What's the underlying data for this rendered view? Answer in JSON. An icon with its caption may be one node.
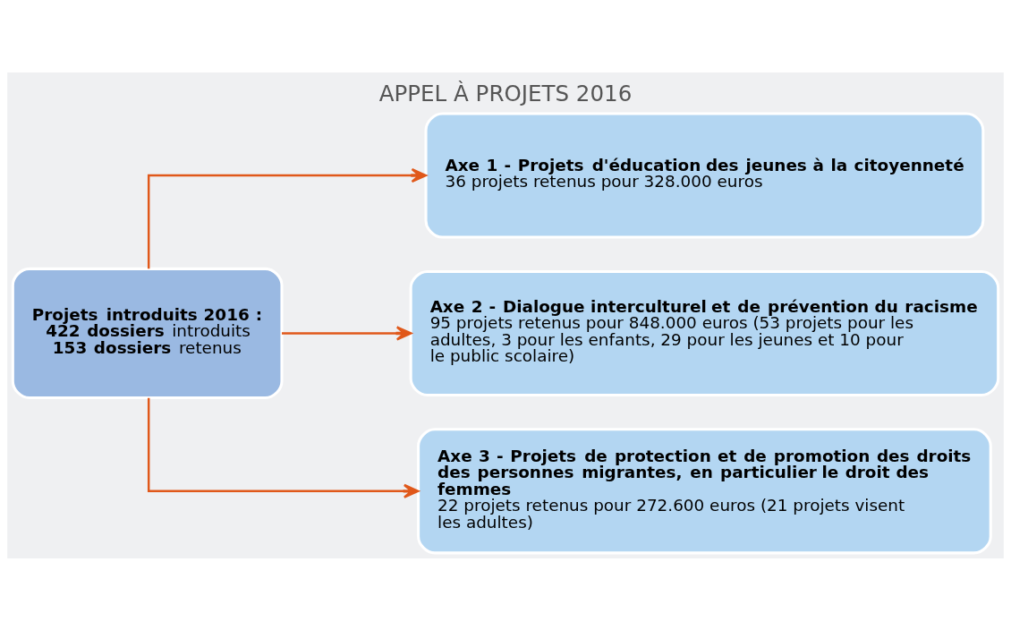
{
  "diagram": {
    "title": "APPEL À PROJETS 2016",
    "nodes": [
      {
        "text": [
          "Projets introduits 2016 :",
          "**422 dossiers** introduits",
          "**153 dossiers** retenus"
        ]
      },
      {
        "text": [
          "Axe 1 - Projets d'éducation des jeunes à la citoyenneté",
          "36 projets retenus pour 328.000 euros"
        ]
      },
      {
        "text": [
          "Axe 2 - Dialogue interculturel et de prévention du racisme",
          "95 projets retenus pour 848.000 euros (53 projets pour les adultes, 3 pour les enfants, 29 pour les jeunes et 10 pour le public scolaire)"
        ]
      },
      {
        "text": [
          "Axe 3 - Projets de protection et de promotion des droits des personnes migrantes, en particulier le droit des femmes",
          "22 projets retenus pour 272.600 euros (21 projets visent les adultes)"
        ]
      }
    ],
    "edges": [
      {
        "from": 0,
        "to": 1,
        "arrow": "to"
      },
      {
        "from": 0,
        "to": 2,
        "arrow": "to"
      },
      {
        "from": 0,
        "to": 3,
        "arrow": "to"
      }
    ]
  }
}
